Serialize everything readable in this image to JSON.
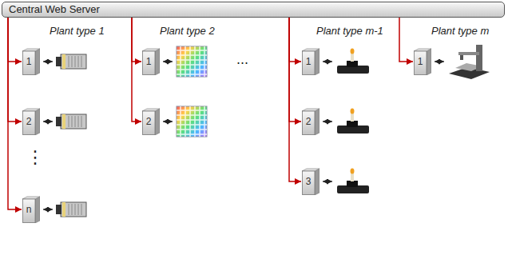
{
  "diagram": {
    "nodes": [
      {
        "text": [
          "Central Web Server"
        ]
      },
      {
        "text": [
          "1"
        ]
      },
      {
        "text": [
          "2"
        ]
      },
      {
        "text": [
          "n"
        ]
      },
      {
        "text": [
          "1"
        ]
      },
      {
        "text": [
          "2"
        ]
      },
      {
        "text": [
          "1"
        ]
      },
      {
        "text": [
          "2"
        ]
      },
      {
        "text": [
          "3"
        ]
      },
      {
        "text": [
          "1"
        ]
      }
    ],
    "edges": [
      {
        "from": 0,
        "to": 1,
        "arrow": "to"
      },
      {
        "from": 0,
        "to": 2,
        "arrow": "to"
      },
      {
        "from": 0,
        "to": 3,
        "arrow": "to"
      },
      {
        "from": 0,
        "to": 4,
        "arrow": "to"
      },
      {
        "from": 0,
        "to": 5,
        "arrow": "to"
      },
      {
        "from": 0,
        "to": 6,
        "arrow": "to"
      },
      {
        "from": 0,
        "to": 7,
        "arrow": "to"
      },
      {
        "from": 0,
        "to": 8,
        "arrow": "to"
      },
      {
        "from": 0,
        "to": 9,
        "arrow": "to"
      }
    ],
    "labels": [
      "Plant type 1",
      "Plant type 2",
      "Plant type m-1",
      "Plant type m",
      "⋮",
      "..."
    ]
  }
}
